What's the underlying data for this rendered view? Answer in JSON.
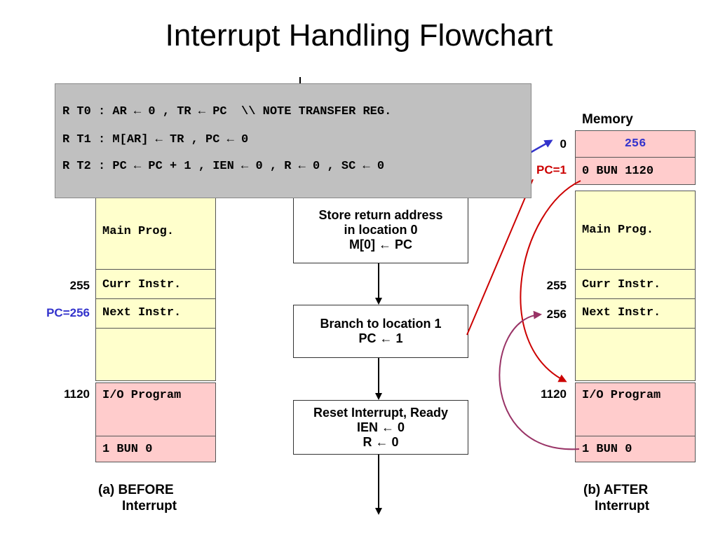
{
  "title": "Interrupt Handling Flowchart",
  "register_transfers": [
    "R T0 : AR ← 0 , TR ← PC  \\\\ NOTE TRANSFER REG.",
    "R T1 : M[AR] ← TR , PC ← 0",
    "R T2 : PC ← PC + 1 , IEN ← 0 , R ← 0 , SC ← 0"
  ],
  "flowchart": {
    "store_box": [
      "Store return address",
      "in location 0",
      "M[0] ← PC"
    ],
    "branch_box": [
      "Branch to location 1",
      "PC ← 1"
    ],
    "reset_box": [
      "Reset Interrupt, Ready",
      "IEN ← 0",
      "R ← 0"
    ]
  },
  "before": {
    "main_prog": "Main Prog.",
    "curr_instr": "Curr Instr.",
    "next_instr": "Next Instr.",
    "io_program": "I/O Program",
    "bun_0": "1 BUN 0",
    "addr_255": "255",
    "pc_label": "PC=256",
    "addr_1120": "1120",
    "caption_line1": "(a) BEFORE",
    "caption_line2": "Interrupt"
  },
  "after": {
    "memory_label": "Memory",
    "addr_0": "0",
    "cell_0_value": "256",
    "pc_label": "PC=1",
    "bun_1120": "0 BUN 1120",
    "main_prog": "Main Prog.",
    "curr_instr": "Curr Instr.",
    "next_instr": "Next Instr.",
    "io_program": "I/O Program",
    "bun_0": "1 BUN 0",
    "addr_255": "255",
    "addr_256": "256",
    "addr_1120": "1120",
    "caption_line1": "(b) AFTER",
    "caption_line2": "Interrupt"
  },
  "colors": {
    "yellow_cell": "#ffffcc",
    "pink_cell": "#ffcccc",
    "gray_panel": "#c0c0c0",
    "blue_label": "#3333cc",
    "red_label": "#cc0000",
    "red_arrow": "#cc0000",
    "purple_arrow": "#993366",
    "blue_arrow": "#3333cc"
  }
}
